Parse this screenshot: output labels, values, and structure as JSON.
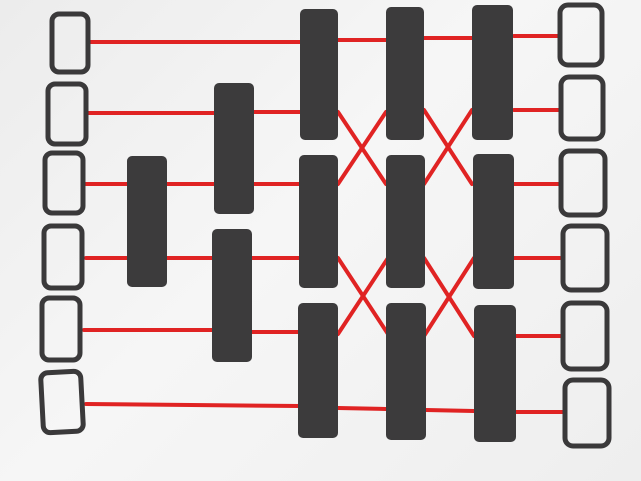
{
  "diagram": {
    "type": "sorting-network",
    "inputs": 6,
    "outputs": 6,
    "colors": {
      "background": "#f2f2f2",
      "wire": "#e02323",
      "gate": "#3c3b3c",
      "port_outline": "#3a393a"
    },
    "gates": [
      {
        "stage": 1,
        "wires": [
          3,
          4
        ]
      },
      {
        "stage": 2,
        "wires": [
          2,
          3
        ]
      },
      {
        "stage": 2,
        "wires": [
          4,
          5
        ]
      },
      {
        "stage": 3,
        "wires": [
          1,
          2
        ]
      },
      {
        "stage": 3,
        "wires": [
          3,
          4
        ]
      },
      {
        "stage": 3,
        "wires": [
          5,
          6
        ]
      },
      {
        "stage": 4,
        "wires": [
          1,
          2
        ]
      },
      {
        "stage": 4,
        "wires": [
          3,
          4
        ]
      },
      {
        "stage": 4,
        "wires": [
          5,
          6
        ]
      },
      {
        "stage": 5,
        "wires": [
          1,
          2
        ]
      },
      {
        "stage": 5,
        "wires": [
          3,
          4
        ]
      },
      {
        "stage": 5,
        "wires": [
          5,
          6
        ]
      }
    ],
    "crossings": [
      {
        "after_stage": 3,
        "wires": [
          2,
          3
        ]
      },
      {
        "after_stage": 3,
        "wires": [
          4,
          5
        ]
      },
      {
        "after_stage": 4,
        "wires": [
          2,
          3
        ]
      },
      {
        "after_stage": 4,
        "wires": [
          4,
          5
        ]
      }
    ]
  }
}
